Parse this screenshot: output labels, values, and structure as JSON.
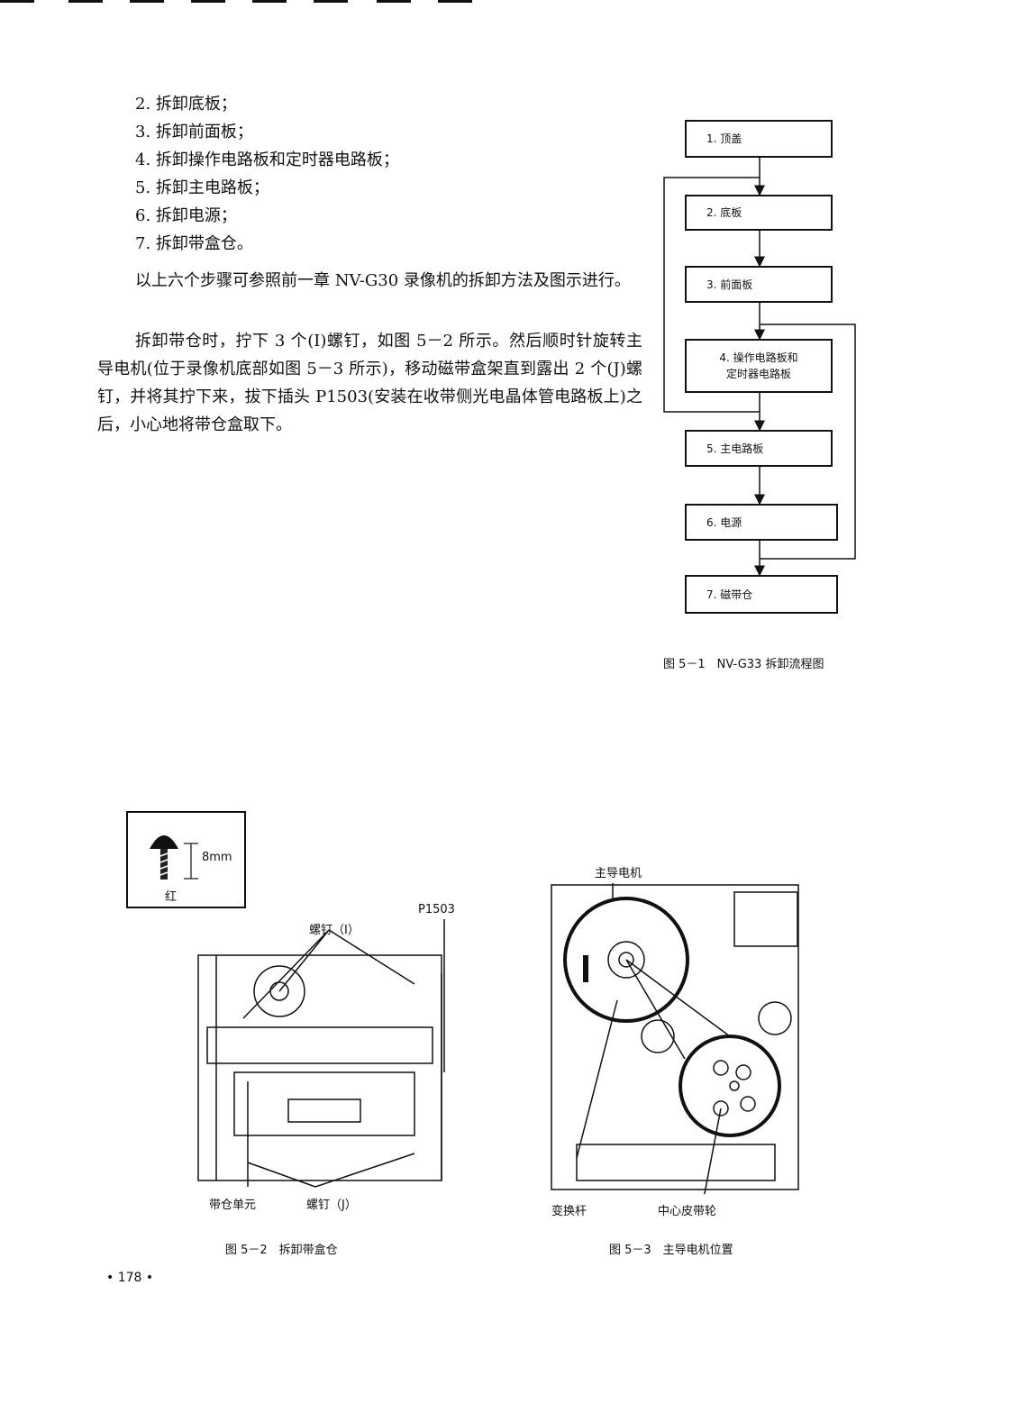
{
  "steps": [
    "2. 拆卸底板；",
    "3. 拆卸前面板；",
    "4. 拆卸操作电路板和定时器电路板；",
    "5. 拆卸主电路板；",
    "6. 拆卸电源；",
    "7. 拆卸带盒仓。"
  ],
  "paragraphs": [
    "以上六个步骤可参照前一章 NV-G30 录像机的拆卸方法及图示进行。",
    "拆卸带仓时，拧下 3 个(I)螺钉，如图 5－2 所示。然后顺时针旋转主导电机(位于录像机底部如图 5－3 所示)，移动磁带盒架直到露出 2 个(J)螺钉，并将其拧下来，拔下插头 P1503(安装在收带侧光电晶体管电路板上)之后，小心地将带仓盒取下。"
  ],
  "flowchart": {
    "boxes": [
      "1. 顶盖",
      "2. 底板",
      "3. 前面板",
      "4. 操作电路板和",
      "定时器电路板",
      "5. 主电路板",
      "6. 电源",
      "7. 磁带仓"
    ],
    "caption": "图 5－1　NV-G33 拆卸流程图"
  },
  "figure_5_2": {
    "screw_size": "8mm",
    "screw_color": "红",
    "label_p1503": "P1503",
    "label_screw_i": "螺钉（I）",
    "label_cassette_unit": "带仓单元",
    "label_screw_j": "螺钉（J）",
    "caption": "图 5－2　拆卸带盒仓"
  },
  "figure_5_3": {
    "label_motor": "主导电机",
    "label_lever": "变换杆",
    "label_pulley": "中心皮带轮",
    "caption": "图 5－3　主导电机位置"
  },
  "page_number": "• 178 •"
}
